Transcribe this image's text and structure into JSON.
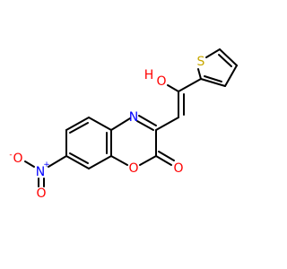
{
  "molecule": {
    "atoms": {
      "N4": {
        "symbol": "N",
        "color": "#0000ff"
      },
      "O1": {
        "symbol": "O",
        "color": "#ff0000"
      },
      "O_carbonyl": {
        "symbol": "O",
        "color": "#ff0000"
      },
      "O_hydroxyl": {
        "symbol": "O",
        "color": "#ff0000"
      },
      "H_hydroxyl": {
        "symbol": "H",
        "color": "#ff0000"
      },
      "S_thiophene": {
        "symbol": "S",
        "color": "#c8a800"
      },
      "N_nitro": {
        "symbol": "N",
        "color": "#0000ff",
        "charge": "+"
      },
      "O_nitro_top": {
        "symbol": "O",
        "color": "#ff0000",
        "charge": "-"
      },
      "O_nitro_bottom": {
        "symbol": "O",
        "color": "#ff0000"
      }
    },
    "bond_color": "#000000"
  }
}
